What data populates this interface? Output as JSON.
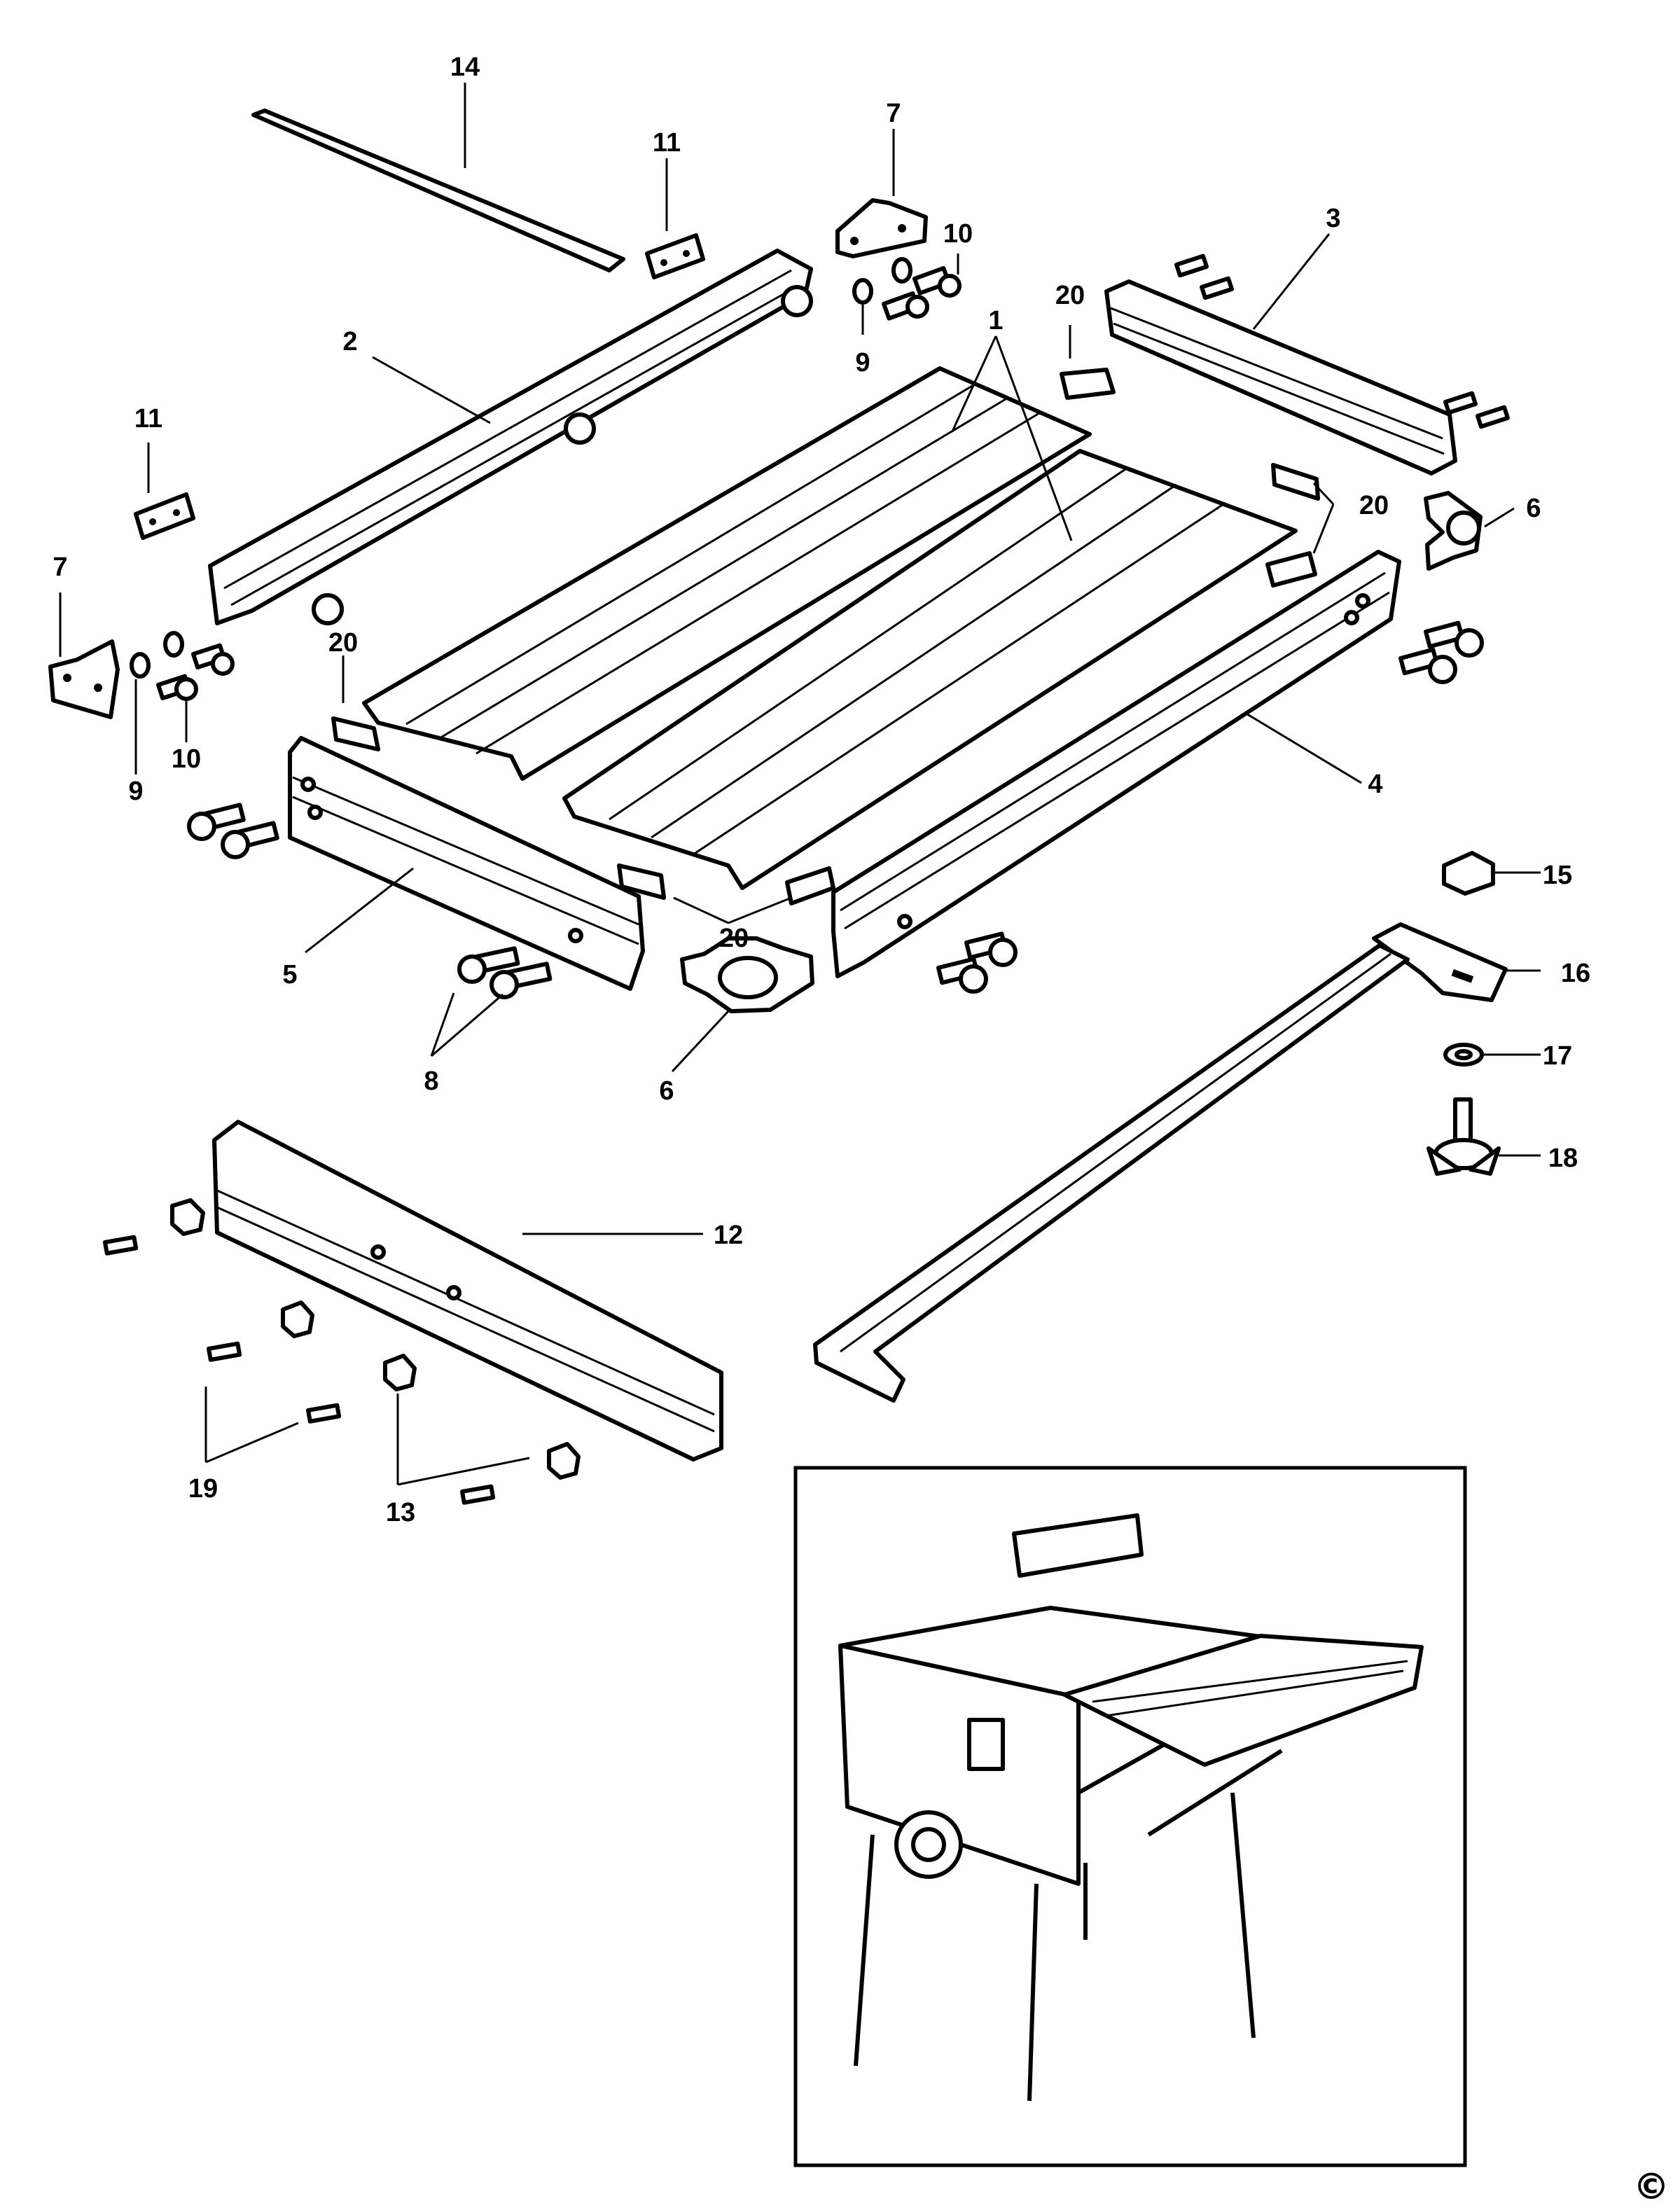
{
  "diagram": {
    "part_labels": [
      {
        "id": "p14",
        "text": "14"
      },
      {
        "id": "p11a",
        "text": "11"
      },
      {
        "id": "p7a",
        "text": "7"
      },
      {
        "id": "p10a",
        "text": "10"
      },
      {
        "id": "p3",
        "text": "3"
      },
      {
        "id": "p2",
        "text": "2"
      },
      {
        "id": "p1",
        "text": "1"
      },
      {
        "id": "p20a",
        "text": "20"
      },
      {
        "id": "p9a",
        "text": "9"
      },
      {
        "id": "p11b",
        "text": "11"
      },
      {
        "id": "p20b",
        "text": "20"
      },
      {
        "id": "p6a",
        "text": "6"
      },
      {
        "id": "p7b",
        "text": "7"
      },
      {
        "id": "p20c",
        "text": "20"
      },
      {
        "id": "p10b",
        "text": "10"
      },
      {
        "id": "p9b",
        "text": "9"
      },
      {
        "id": "p4",
        "text": "4"
      },
      {
        "id": "p15",
        "text": "15"
      },
      {
        "id": "p20d",
        "text": "20"
      },
      {
        "id": "p5",
        "text": "5"
      },
      {
        "id": "p16",
        "text": "16"
      },
      {
        "id": "p17",
        "text": "17"
      },
      {
        "id": "p8",
        "text": "8"
      },
      {
        "id": "p6b",
        "text": "6"
      },
      {
        "id": "p18",
        "text": "18"
      },
      {
        "id": "p12",
        "text": "12"
      },
      {
        "id": "p19",
        "text": "19"
      },
      {
        "id": "p13",
        "text": "13"
      }
    ],
    "copyright": "©"
  }
}
